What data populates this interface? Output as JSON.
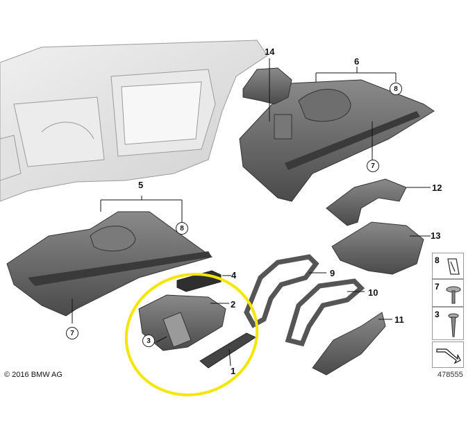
{
  "copyright": "© 2016 BMW AG",
  "reference_number": "478555",
  "callouts": {
    "p1": "1",
    "p2": "2",
    "p3": "3",
    "p4": "4",
    "p5": "5",
    "p6": "6",
    "p7a": "7",
    "p7b": "7",
    "p8a": "8",
    "p8b": "8",
    "p9": "9",
    "p10": "10",
    "p11": "11",
    "p12": "12",
    "p13": "13",
    "p14": "14"
  },
  "legend": [
    "8",
    "7",
    "3"
  ],
  "colors": {
    "part": "#5a5a5a",
    "part_dark": "#3c3c3c",
    "dashboard": "#d9d9d9",
    "highlight": "#f5e600"
  }
}
